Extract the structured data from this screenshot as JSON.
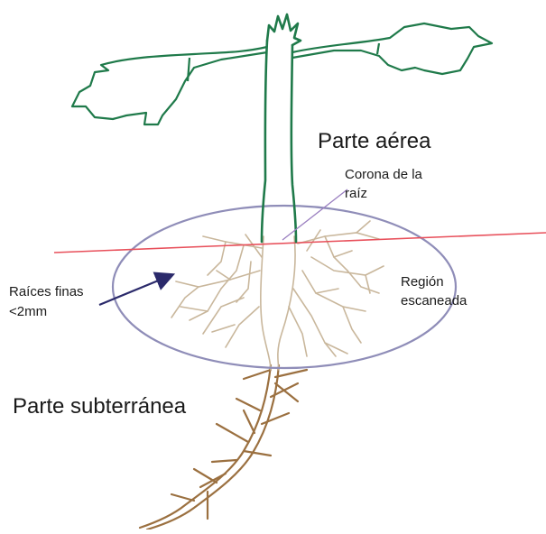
{
  "labels": {
    "aerial_part": "Parte aérea",
    "root_crown_line1": "Corona de la",
    "root_crown_line2": "raíz",
    "fine_roots_line1": "Raíces finas",
    "fine_roots_line2": "<2mm",
    "scanned_region_line1": "Región",
    "scanned_region_line2": "escaneada",
    "underground_part": "Parte subterránea"
  },
  "colors": {
    "plant_stem": "#1f7a4a",
    "soil_line": "#e8505b",
    "scan_region_outline": "#8f8db8",
    "fine_roots": "#c9b79c",
    "main_roots": "#9b7040",
    "arrow": "#2b2a6b",
    "pointer": "#9a7fc0"
  }
}
